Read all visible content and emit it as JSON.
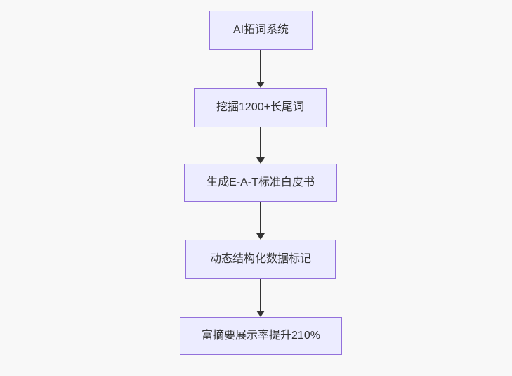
{
  "diagram": {
    "type": "flowchart",
    "direction": "top-down",
    "nodes": [
      {
        "id": "A",
        "label": "AI拓词系统"
      },
      {
        "id": "B",
        "label": "挖掘1200+长尾词"
      },
      {
        "id": "C",
        "label": "生成E-A-T标准白皮书"
      },
      {
        "id": "D",
        "label": "动态结构化数据标记"
      },
      {
        "id": "E",
        "label": "富摘要展示率提升210%"
      }
    ],
    "edges": [
      {
        "from": "A",
        "to": "B",
        "style": "arrow-down"
      },
      {
        "from": "B",
        "to": "C",
        "style": "arrow-down"
      },
      {
        "from": "C",
        "to": "D",
        "style": "arrow-down"
      },
      {
        "from": "D",
        "to": "E",
        "style": "arrow-down"
      }
    ],
    "theme": {
      "background": "#f8f8f8",
      "node_fill": "#ECECFF",
      "node_border": "#9370DB",
      "arrow_color": "#333333",
      "text_color": "#333333"
    }
  }
}
